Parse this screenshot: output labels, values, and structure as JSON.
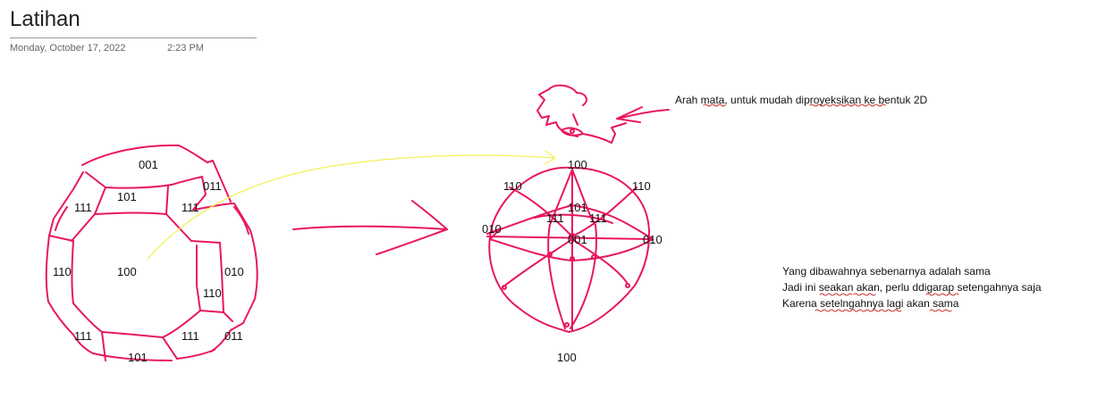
{
  "page": {
    "title": "Latihan",
    "date": "Monday, October 17, 2022",
    "time": "2:23 PM"
  },
  "left_diagram_labels": {
    "top": "001",
    "upper_inner": "101",
    "upper_right": "011",
    "upper_left_face": "111",
    "upper_right_face": "111",
    "left": "110",
    "center": "100",
    "right": "010",
    "right_inner": "110",
    "lower_left_face": "111",
    "lower_right_face": "111",
    "lower_right": "011",
    "bottom": "101"
  },
  "right_diagram_labels": {
    "top": "100",
    "upper_left": "110",
    "upper_right": "110",
    "inner_top": "101",
    "inner_left": "111",
    "inner_right": "111",
    "left": "010",
    "center": "001",
    "right": "010",
    "bottom": "100"
  },
  "notes": {
    "eye_note": "Arah mata, untuk mudah diproyeksikan ke bentuk 2D",
    "line1": "Yang dibawahnya sebenarnya adalah sama",
    "line2": "Jadi ini seakan akan, perlu ddigarap setengahnya saja",
    "line3": "Karena setelngahnya lagi akan sama"
  },
  "colors": {
    "ink": "#e8175d",
    "highlighter": "#f2f25a"
  }
}
